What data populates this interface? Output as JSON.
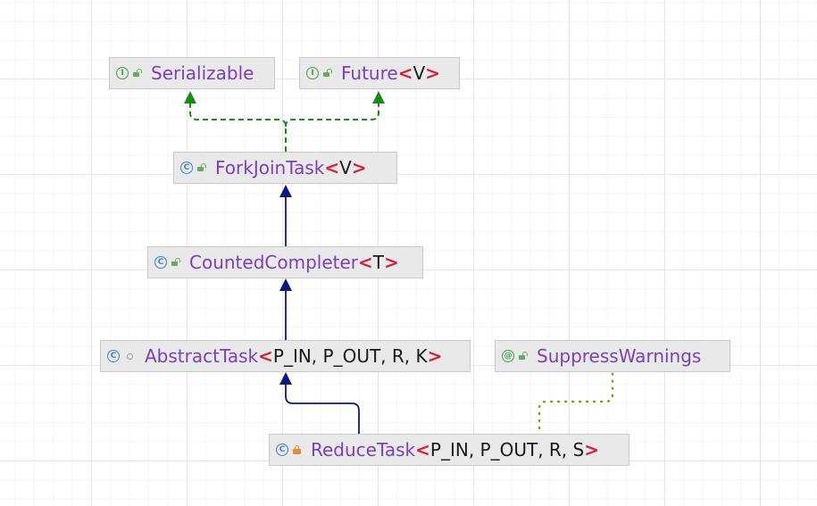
{
  "diagram": {
    "nodes": {
      "serializable": {
        "kind": "I",
        "visibility": "public",
        "name": "Serializable",
        "type_params": ""
      },
      "future": {
        "kind": "I",
        "visibility": "public",
        "name": "Future",
        "type_params": "V"
      },
      "forkjointask": {
        "kind": "C",
        "visibility": "public",
        "name": "ForkJoinTask",
        "type_params": "V"
      },
      "countedcompleter": {
        "kind": "C",
        "visibility": "public",
        "name": "CountedCompleter",
        "type_params": "T"
      },
      "abstracttask": {
        "kind": "C",
        "visibility": "package",
        "name": "AbstractTask",
        "type_params": "P_IN, P_OUT, R, K"
      },
      "suppresswarnings": {
        "kind": "@",
        "visibility": "public",
        "name": "SuppressWarnings",
        "type_params": ""
      },
      "reducetask": {
        "kind": "C",
        "visibility": "private",
        "name": "ReduceTask",
        "type_params": "P_IN, P_OUT, R, S"
      }
    },
    "angle_open": "<",
    "angle_close": ">",
    "edges": [
      {
        "from": "forkjointask",
        "to": "serializable",
        "type": "implements"
      },
      {
        "from": "forkjointask",
        "to": "future",
        "type": "implements"
      },
      {
        "from": "countedcompleter",
        "to": "forkjointask",
        "type": "extends"
      },
      {
        "from": "abstracttask",
        "to": "countedcompleter",
        "type": "extends"
      },
      {
        "from": "reducetask",
        "to": "abstracttask",
        "type": "extends"
      },
      {
        "from": "reducetask",
        "to": "suppresswarnings",
        "type": "annotated-with"
      }
    ],
    "colors": {
      "implements": "#1a8a1a",
      "extends": "#0b1a7a",
      "annotation": "#8a9a10",
      "class_name": "#7b3fb8",
      "angle_brackets": "#d0243c"
    }
  }
}
